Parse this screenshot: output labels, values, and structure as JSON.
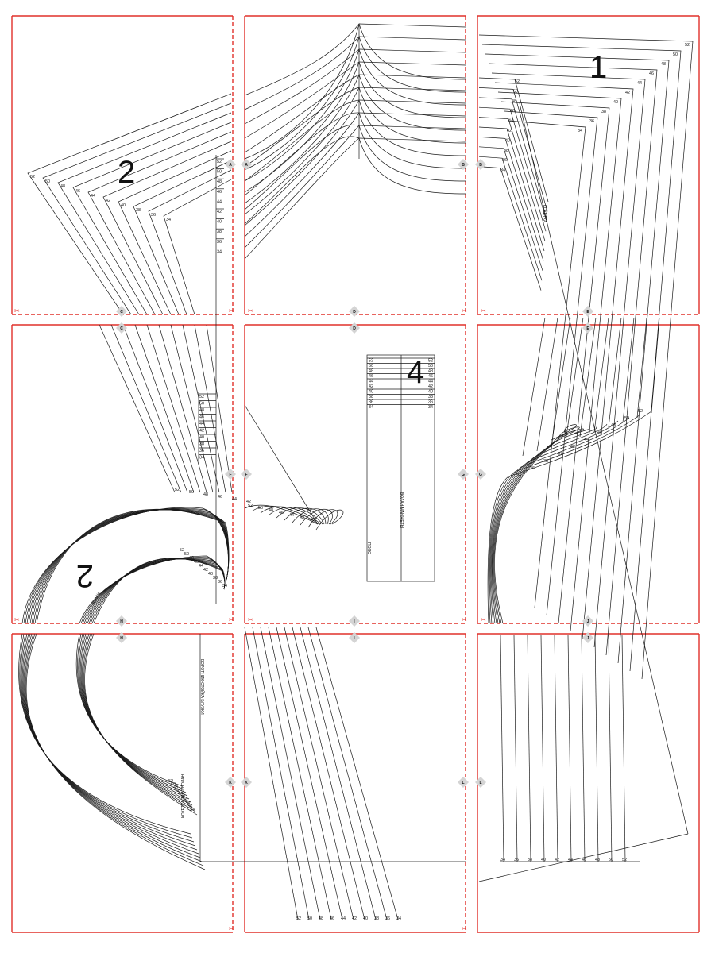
{
  "sizes": [
    "52",
    "50",
    "48",
    "46",
    "44",
    "42",
    "40",
    "38",
    "36",
    "34"
  ],
  "sizes_asc": [
    "34",
    "36",
    "38",
    "40",
    "42",
    "44",
    "46",
    "48",
    "50",
    "52"
  ],
  "piece_labels": {
    "p1": "1",
    "p2": "2",
    "p3": "2",
    "p4": "4"
  },
  "match_marks": {
    "A": "A",
    "B": "B",
    "C": "C",
    "D": "D",
    "E": "E",
    "F": "F",
    "G": "G",
    "H": "H",
    "I": "I",
    "J": "J",
    "K": "K",
    "L": "L"
  },
  "vertical_texts": {
    "front": "ВОРОТНИК-СТОЙКА БЛУЗКИ",
    "grain1": "КОКЕТКА",
    "cuff": "ВОЛАН МАНЖЕТЫ",
    "strip": "ПОЯС",
    "collar_code": "КОКЕТКА 34-52 ВОЛАН",
    "small": "ВОЛАН"
  },
  "cut_mark": "✂",
  "colors": {
    "frame": "#e0302a",
    "line": "#1a1a1a",
    "marker": "#d4d4d4"
  }
}
